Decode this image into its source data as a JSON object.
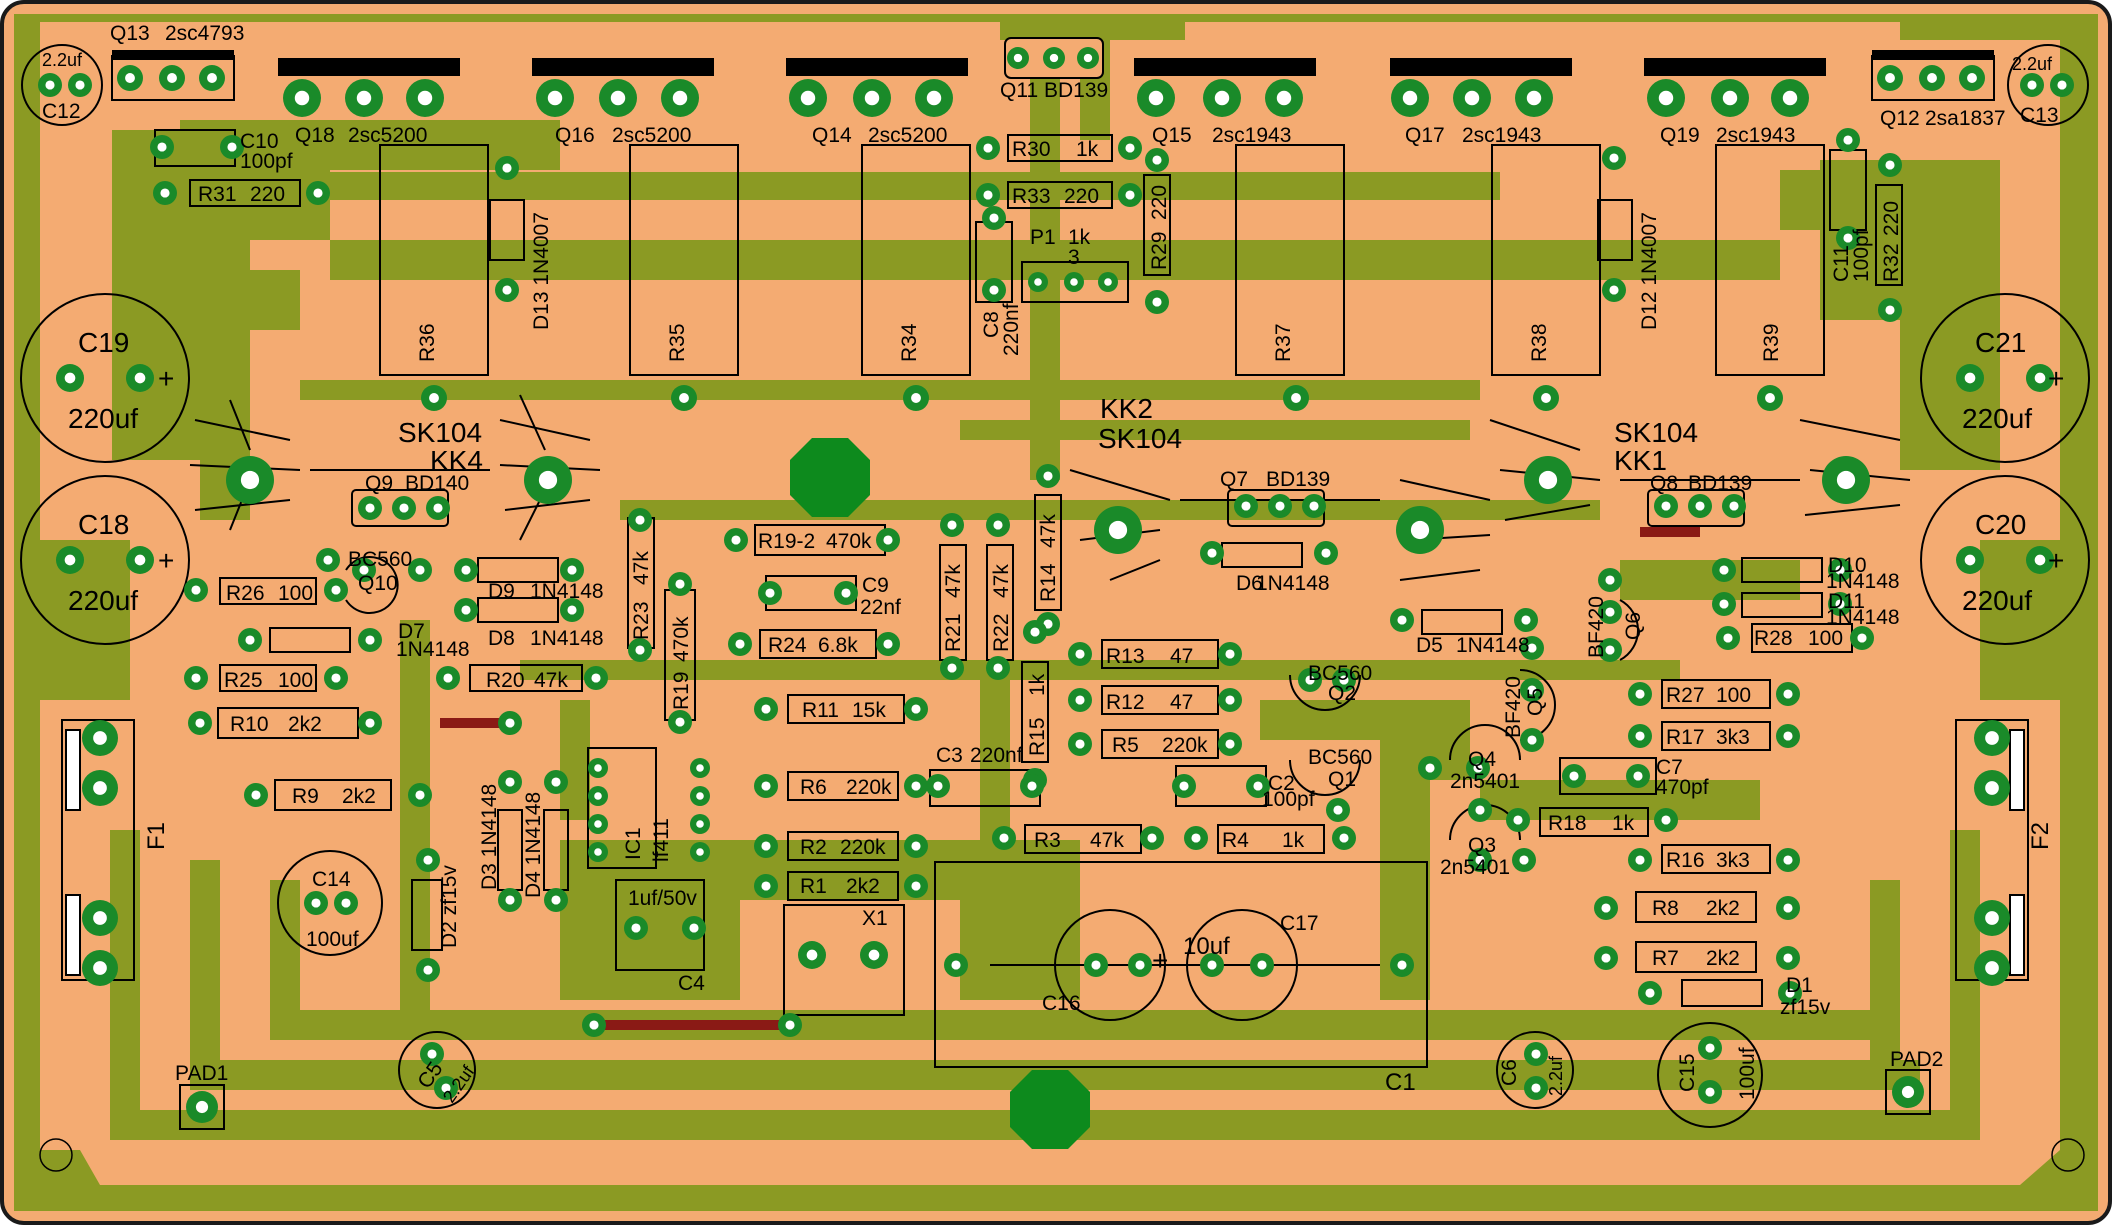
{
  "board": {
    "colors": {
      "substrate": "#f4ab72",
      "copper": "#8b9a23",
      "pad": "#1a8a29",
      "jumper": "#8a1a15",
      "silk": "#000000"
    }
  },
  "components": {
    "transistors": {
      "q13": "Q13",
      "q13_part": "2sc4793",
      "q18": "Q18",
      "q18_part": "2sc5200",
      "q16": "Q16",
      "q16_part": "2sc5200",
      "q14": "Q14",
      "q14_part": "2sc5200",
      "q11": "Q11",
      "q11_part": "BD139",
      "q15": "Q15",
      "q15_part": "2sc1943",
      "q17": "Q17",
      "q17_part": "2sc1943",
      "q19": "Q19",
      "q19_part": "2sc1943",
      "q12": "Q12",
      "q12_part": "2sa1837",
      "q9": "Q9",
      "q9_part": "BD140",
      "q7": "Q7",
      "q7_part": "BD139",
      "q8": "Q8",
      "q8_part": "BD139",
      "q10": "Q10",
      "q10_part": "BC560",
      "q2": "Q2",
      "q2_part": "BC560",
      "q1": "Q1",
      "q1_part": "BC560",
      "q4": "Q4",
      "q4_part": "2n5401",
      "q3": "Q3",
      "q3_part": "2n5401",
      "q5": "Q5",
      "q5_part": "BF420",
      "q6": "Q6",
      "q6_part": "BF420"
    },
    "resistors": {
      "r30": "R30",
      "r30_val": "1k",
      "r33": "R33",
      "r33_val": "220",
      "r29": "R29",
      "r29_val": "220",
      "r31": "R31",
      "r31_val": "220",
      "r32": "R32",
      "r32_val": "220",
      "r36": "R36",
      "r35": "R35",
      "r34": "R34",
      "r37": "R37",
      "r38": "R38",
      "r39": "R39",
      "r19_2": "R19-2",
      "r19_2_val": "470k",
      "r23": "R23",
      "r23_val": "47k",
      "r19": "R19",
      "r19_val": "470k",
      "r21": "R21",
      "r21_val": "47k",
      "r22": "R22",
      "r22_val": "47k",
      "r14": "R14",
      "r14_val": "47k",
      "r15": "R15",
      "r15_val": "1k",
      "r26": "R26",
      "r26_val": "100",
      "r25": "R25",
      "r25_val": "100",
      "r20": "R20",
      "r20_val": "47k",
      "r24": "R24",
      "r24_val": "6.8k",
      "r13": "R13",
      "r13_val": "47",
      "r12": "R12",
      "r12_val": "47",
      "r10": "R10",
      "r10_val": "2k2",
      "r11": "R11",
      "r11_val": "15k",
      "r5": "R5",
      "r5_val": "220k",
      "r9": "R9",
      "r9_val": "2k2",
      "r6": "R6",
      "r6_val": "220k",
      "r3": "R3",
      "r3_val": "47k",
      "r4": "R4",
      "r4_val": "1k",
      "r2": "R2",
      "r2_val": "220k",
      "r1": "R1",
      "r1_val": "2k2",
      "r28": "R28",
      "r28_val": "100",
      "r27": "R27",
      "r27_val": "100",
      "r17": "R17",
      "r17_val": "3k3",
      "r18": "R18",
      "r18_val": "1k",
      "r16": "R16",
      "r16_val": "3k3",
      "r8": "R8",
      "r8_val": "2k2",
      "r7": "R7",
      "r7_val": "2k2"
    },
    "capacitors": {
      "c12": "C12",
      "c12_val": "2.2uf",
      "c13": "C13",
      "c13_val": "2.2uf",
      "c10": "C10",
      "c10_val": "100pf",
      "c11": "C11",
      "c11_val": "100pf",
      "c19": "C19",
      "c19_val": "220uf",
      "c18": "C18",
      "c18_val": "220uf",
      "c21": "C21",
      "c21_val": "220uf",
      "c20": "C20",
      "c20_val": "220uf",
      "c8": "C8",
      "c8_val": "220nf",
      "c9": "C9",
      "c9_val": "22nf",
      "c3": "C3",
      "c3_val": "220nf",
      "c2": "C2",
      "c2_val": "100pf",
      "c7": "C7",
      "c7_val": "470pf",
      "c14": "C14",
      "c14_val": "100uf",
      "c4": "C4",
      "c4_val": "1uf/50v",
      "c5": "C5",
      "c5_val": "2.2uf",
      "c6": "C6",
      "c6_val": "2.2uf",
      "c15": "C15",
      "c15_val": "100uf",
      "c16": "C16",
      "c17": "C17",
      "c17_val": "10uf",
      "c1": "C1"
    },
    "diodes": {
      "d13": "D13 1N4007",
      "d12": "D12 1N4007",
      "d9": "D9",
      "d8": "D8",
      "d9_part": "1N4148",
      "d8_part": "1N4148",
      "d7": "D7",
      "d7_part": "1N4148",
      "d6": "D6",
      "d6_part": "1N4148",
      "d5": "D5",
      "d5_part": "1N4148",
      "d10": "D10",
      "d10_part": "1N4148",
      "d11": "D11",
      "d11_part": "1N4148",
      "d3": "D3 1N4148",
      "d4": "D4 1N4148",
      "d2": "D2 zf15v",
      "d1": "D1",
      "d1_part": "zf15v"
    },
    "heatsinks": {
      "kk4_type": "SK104",
      "kk4": "KK4",
      "kk2": "KK2",
      "kk2_type": "SK104",
      "kk1_type": "SK104",
      "kk1": "KK1"
    },
    "misc": {
      "p1": "P1",
      "p1_val": "1k",
      "p1_pin": "3",
      "ic1": "IC1",
      "ic1_part": "lf411",
      "x1": "X1",
      "f1": "F1",
      "f2": "F2",
      "pad1": "PAD1",
      "pad2": "PAD2",
      "plus": "+"
    }
  }
}
